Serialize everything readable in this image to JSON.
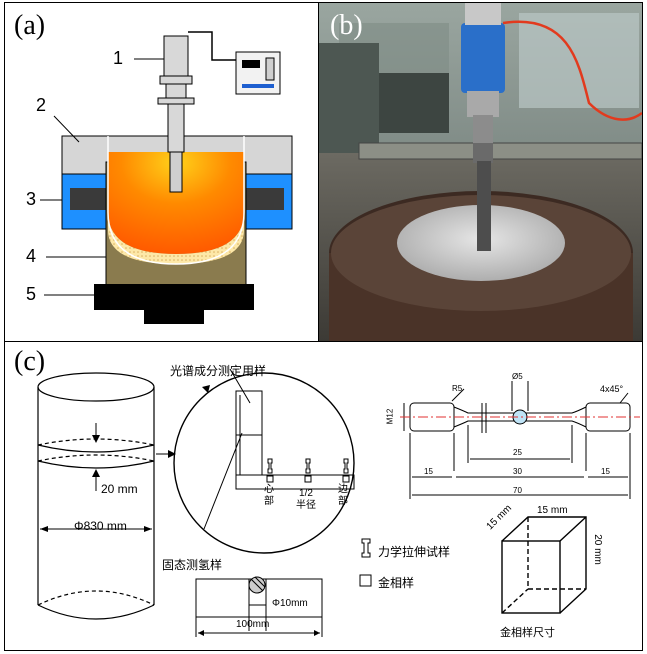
{
  "panel_a": {
    "label": "(a)",
    "callouts": [
      "1",
      "2",
      "3",
      "4",
      "5"
    ]
  },
  "panel_b": {
    "label": "(b)"
  },
  "panel_c": {
    "label": "(c)",
    "cylinder": {
      "slice_thickness": "20 mm",
      "diameter": "Φ830 mm"
    },
    "circle": {
      "spectral_sample": "光谱成分测定用样",
      "hydrogen_sample": "固态测氢样",
      "pos_center": [
        "心",
        "部"
      ],
      "pos_half_radius": [
        "1/2",
        "半径"
      ],
      "pos_edge": [
        "边",
        "部"
      ]
    },
    "bar": {
      "hole_dia": "Φ10mm",
      "length": "100mm"
    },
    "legend": {
      "tensile": "力学拉伸试样",
      "metallo": "金相样"
    },
    "tensile_drawing": {
      "radius": "R5",
      "diameter": "Ø5",
      "chamfer": "4x45°",
      "thread": "M12",
      "dims": [
        "25",
        "15",
        "30",
        "15",
        "70"
      ]
    },
    "cube": {
      "top": "15 mm",
      "left": "15 mm",
      "right": "20 mm",
      "caption": "金相样尺寸"
    }
  },
  "colors": {
    "melt_orange": "#ff7a00",
    "melt_yellow": "#ffd11a",
    "cooling_blue": "#1e90ff",
    "mold_gray": "#d0d0d0",
    "mold_olive": "#8a7b4e",
    "centerline_red": "#e03030"
  },
  "icons": [
    "ultrasonic-transducer-icon",
    "power-supply-icon",
    "cube-icon",
    "tensile-specimen-icon",
    "square-icon"
  ]
}
